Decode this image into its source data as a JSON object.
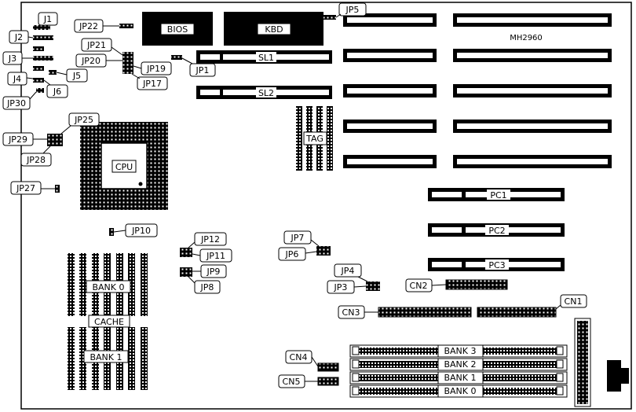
{
  "model": "MH2960",
  "chips": {
    "bios": "BIOS",
    "kbd": "KBD",
    "cpu": "CPU",
    "tag": "TAG"
  },
  "slots": {
    "sl1": "SL1",
    "sl2": "SL2",
    "pc1": "PC1",
    "pc2": "PC2",
    "pc3": "PC3"
  },
  "memory": {
    "bank0": "BANK 0",
    "bank1": "BANK 1",
    "cache": "CACHE"
  },
  "simm_banks": [
    "BANK 3",
    "BANK 2",
    "BANK 1",
    "BANK 0"
  ],
  "jumpers": {
    "j1": "J1",
    "j2": "J2",
    "j3": "J3",
    "j4": "J4",
    "j5": "J5",
    "j6": "J6",
    "jp1": "JP1",
    "jp3": "JP3",
    "jp4": "JP4",
    "jp5": "JP5",
    "jp6": "JP6",
    "jp7": "JP7",
    "jp8": "JP8",
    "jp9": "JP9",
    "jp10": "JP10",
    "jp11": "JP11",
    "jp12": "JP12",
    "jp17": "JP17",
    "jp19": "JP19",
    "jp20": "JP20",
    "jp21": "JP21",
    "jp22": "JP22",
    "jp25": "JP25",
    "jp27": "JP27",
    "jp28": "JP28",
    "jp29": "JP29",
    "jp30": "JP30"
  },
  "connectors": {
    "cn1": "CN1",
    "cn2": "CN2",
    "cn3": "CN3",
    "cn4": "CN4",
    "cn5": "CN5"
  }
}
